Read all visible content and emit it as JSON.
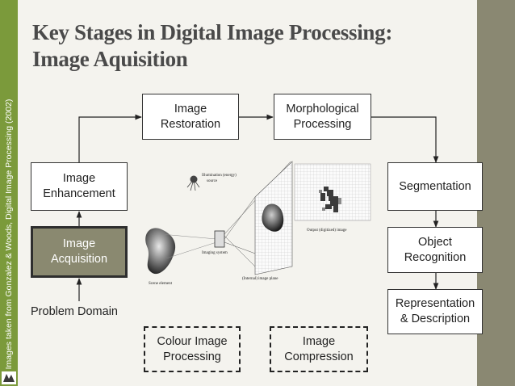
{
  "title": {
    "line1": "Key Stages in Digital Image Processing:",
    "line2": "Image Aquisition"
  },
  "sidebar_credit": "Images taken from Gonzalez & Woods, Digital Image Processing (2002)",
  "boxes": {
    "restoration": "Image\nRestoration",
    "morphological": "Morphological\nProcessing",
    "enhancement": "Image\nEnhancement",
    "acquisition": "Image\nAcquisition",
    "segmentation": "Segmentation",
    "object_recognition": "Object\nRecognition",
    "representation": "Representation\n& Description",
    "colour": "Colour Image\nProcessing",
    "compression": "Image\nCompression"
  },
  "problem_domain": "Problem Domain",
  "figure_labels": {
    "illumination": "Illumination (energy)",
    "source": "source",
    "output": "Output (digitized) image",
    "imaging_system": "Imaging system",
    "image_plane": "(Internal) image plane",
    "scene_element": "Scene element"
  },
  "colors": {
    "sidebar": "#7b9a3b",
    "right_band": "#8a8872",
    "highlight": "#8a8970",
    "background": "#f4f3ee"
  }
}
